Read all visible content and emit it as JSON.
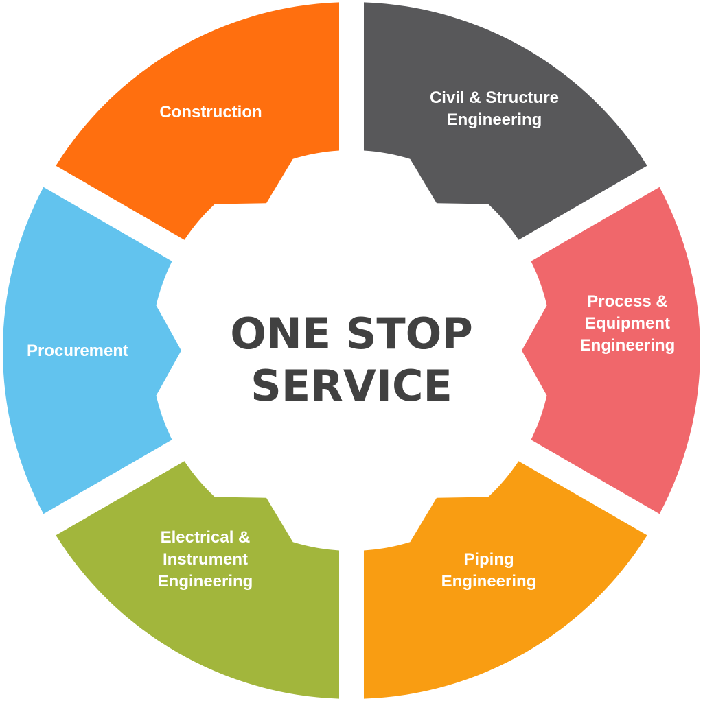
{
  "center": {
    "line1": "ONE STOP",
    "line2": "SERVICE"
  },
  "segments": [
    {
      "id": "construction",
      "lines": [
        "Construction"
      ],
      "color": "#FF6F0F"
    },
    {
      "id": "civil-structure-engineering",
      "lines": [
        "Civil & Structure",
        "Engineering"
      ],
      "color": "#58585A"
    },
    {
      "id": "process-equipment-engineering",
      "lines": [
        "Process &",
        "Equipment",
        "Engineering"
      ],
      "color": "#F0676B"
    },
    {
      "id": "piping-engineering",
      "lines": [
        "Piping",
        "Engineering"
      ],
      "color": "#F99D12"
    },
    {
      "id": "electrical-instrument-engineering",
      "lines": [
        "Electrical &",
        "Instrument",
        "Engineering"
      ],
      "color": "#A2B63C"
    },
    {
      "id": "procurement",
      "lines": [
        "Procurement"
      ],
      "color": "#62C3EE"
    }
  ]
}
